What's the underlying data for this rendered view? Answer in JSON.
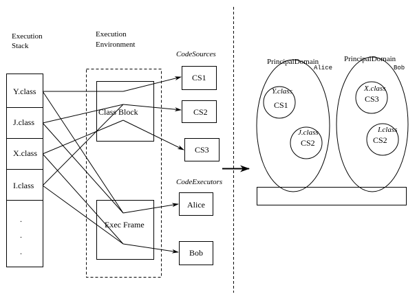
{
  "left_panel": {
    "stack_title_line1": "Execution",
    "stack_title_line2": "Stack",
    "env_title_line1": "Execution",
    "env_title_line2": "Environment",
    "stack_items": [
      "Y.class",
      "J.class",
      "X.class",
      "I.class"
    ],
    "stack_ellipsis": [
      ".",
      ".",
      "."
    ],
    "class_block_label": "Class Block",
    "exec_frame_label": "Exec Frame",
    "code_sources_title": "CodeSources",
    "code_sources": [
      "CS1",
      "CS2",
      "CS3"
    ],
    "code_executors_title": "CodeExecutors",
    "code_executors": [
      "Alice",
      "Bob"
    ]
  },
  "right_panel": {
    "domains": [
      {
        "title": "PrincipalDomain",
        "principal": "Alice",
        "members": [
          {
            "class": "Y.class",
            "source": "CS1"
          },
          {
            "class": "J.class",
            "source": "CS2"
          }
        ]
      },
      {
        "title": "PrincipalDomain",
        "principal": "Bob",
        "members": [
          {
            "class": "X.class",
            "source": "CS3"
          },
          {
            "class": "I.class",
            "source": "CS2"
          }
        ]
      }
    ]
  },
  "colors": {
    "stroke": "#000000",
    "background": "#ffffff"
  }
}
